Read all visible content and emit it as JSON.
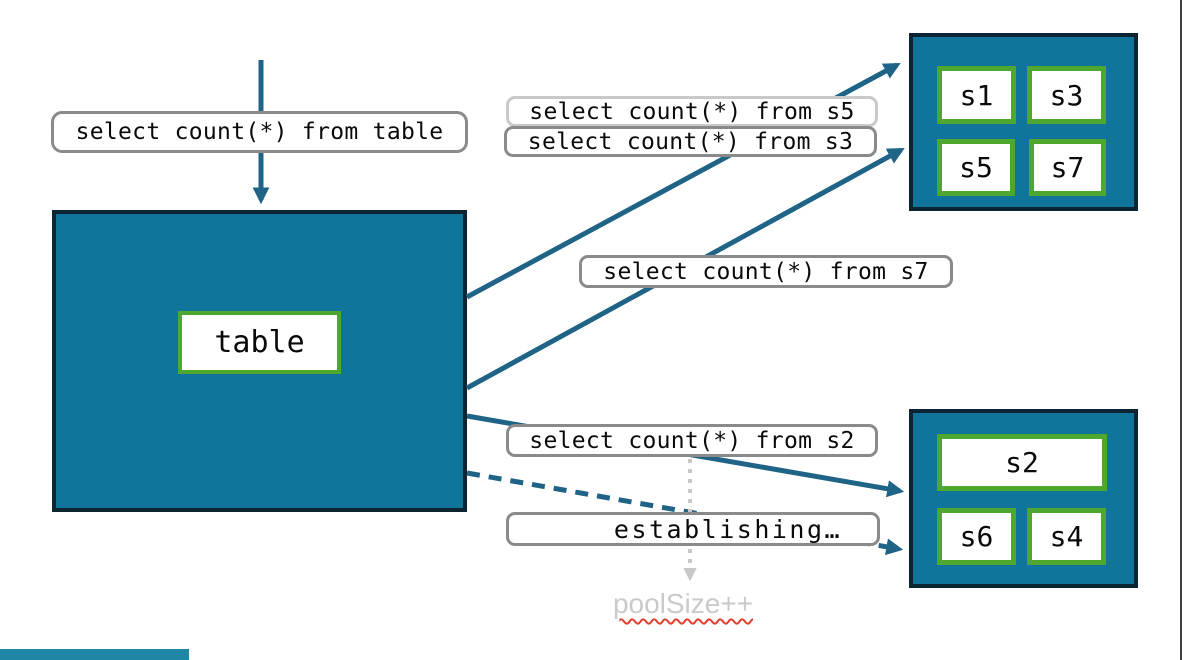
{
  "labels": {
    "query_table": "select count(*) from table",
    "query_s5": "select count(*) from s5",
    "query_s3": "select count(*) from s3",
    "query_s7": "select count(*) from s7",
    "query_s2": "select count(*) from s2",
    "establishing": "establishing…",
    "pool_size": "poolSize++",
    "table": "table"
  },
  "pools": {
    "top": [
      "s1",
      "s3",
      "s5",
      "s7"
    ],
    "bottom": [
      "s2",
      "s6",
      "s4"
    ]
  },
  "edges": [
    {
      "label": "select count(*) from table",
      "target": "table",
      "style": "solid-arrow-down"
    },
    {
      "label": "select count(*) from s5",
      "target": "top-pool",
      "style": "solid-arrow"
    },
    {
      "label": "select count(*) from s3",
      "target": "top-pool",
      "style": "solid-arrow"
    },
    {
      "label": "select count(*) from s7",
      "target": "top-pool",
      "style": "solid-arrow"
    },
    {
      "label": "select count(*) from s2",
      "target": "bottom-pool",
      "style": "solid-arrow"
    },
    {
      "label": "establishing…",
      "target": "bottom-pool",
      "style": "dashed-arrow"
    },
    {
      "label": "poolSize++",
      "target": "note",
      "style": "dotted-gray-arrow"
    }
  ],
  "colors": {
    "box_fill": "#11749B",
    "box_border": "#0D2433",
    "shard_border": "#4EA72E",
    "connector": "#1F6387",
    "label_border": "#8A8A8A",
    "label_border_light": "#C9C9C9",
    "muted_text": "#C9CACB",
    "dotted_arrow": "#C8C8C8",
    "squiggle": "#E2402F",
    "accent_bar": "#2186A5",
    "edge_line": "#404040"
  }
}
